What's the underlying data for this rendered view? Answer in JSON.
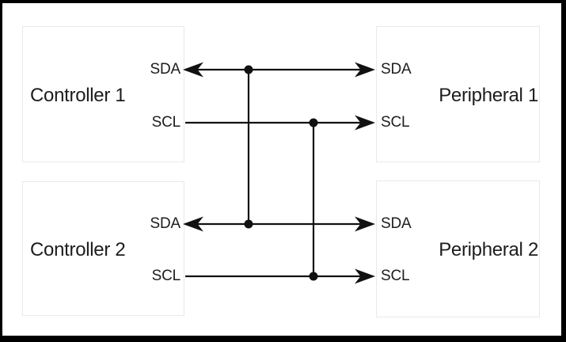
{
  "diagram": {
    "type": "i2c-bus-wiring-diagram",
    "nodes": [
      {
        "id": "controller-1",
        "label": "Controller 1",
        "role": "controller",
        "side": "left",
        "pins": [
          "SDA",
          "SCL"
        ]
      },
      {
        "id": "peripheral-1",
        "label": "Peripheral 1",
        "role": "peripheral",
        "side": "right",
        "pins": [
          "SDA",
          "SCL"
        ]
      },
      {
        "id": "controller-2",
        "label": "Controller 2",
        "role": "controller",
        "side": "left",
        "pins": [
          "SDA",
          "SCL"
        ]
      },
      {
        "id": "peripheral-2",
        "label": "Peripheral 2",
        "role": "peripheral",
        "side": "right",
        "pins": [
          "SDA",
          "SCL"
        ]
      }
    ],
    "buses": [
      {
        "name": "SDA",
        "row": "top",
        "from": "Controller 1",
        "to": "Peripheral 1",
        "arrows": "both-ends"
      },
      {
        "name": "SCL",
        "row": "top",
        "from": "Controller 1",
        "to": "Peripheral 1",
        "arrows": "peripheral-end-only"
      },
      {
        "name": "SDA",
        "row": "bottom",
        "from": "Controller 2",
        "to": "Peripheral 2",
        "arrows": "both-ends"
      },
      {
        "name": "SCL",
        "row": "bottom",
        "from": "Controller 2",
        "to": "Peripheral 2",
        "arrows": "peripheral-end-only"
      }
    ],
    "vertical_links": [
      {
        "name": "SDA",
        "joins": [
          "top SDA bus",
          "bottom SDA bus"
        ],
        "junction_dots": 2
      },
      {
        "name": "SCL",
        "joins": [
          "top SCL bus",
          "bottom SCL bus"
        ],
        "junction_dots": 2
      }
    ],
    "colors": {
      "line": "#111111",
      "text": "#1d1d1d",
      "box_border": "#e9e9e9",
      "background": "#ffffff",
      "frame": "#000000"
    }
  }
}
